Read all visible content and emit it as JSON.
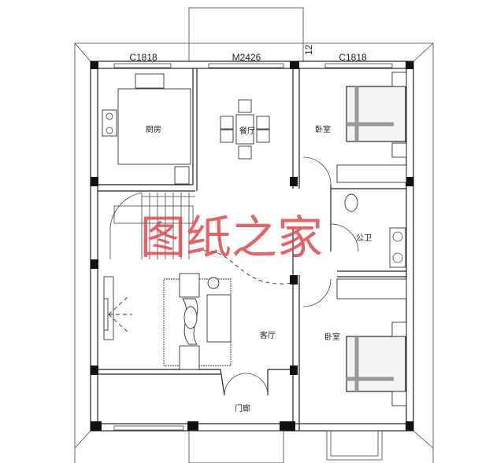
{
  "plan": {
    "dimensions": {
      "window_left": "C1818",
      "door_center": "M2426",
      "window_right": "C1818",
      "offset_mark": "12"
    },
    "rooms": {
      "kitchen": "厨房",
      "dining": "餐厅",
      "bedroom_top": "卧室",
      "bathroom": "公卫",
      "living": "客厅",
      "bedroom_bottom": "卧室",
      "porch": "门廊"
    },
    "watermark": "图纸之家",
    "colors": {
      "watermark": "#e0474c",
      "lines": "#222222"
    }
  }
}
